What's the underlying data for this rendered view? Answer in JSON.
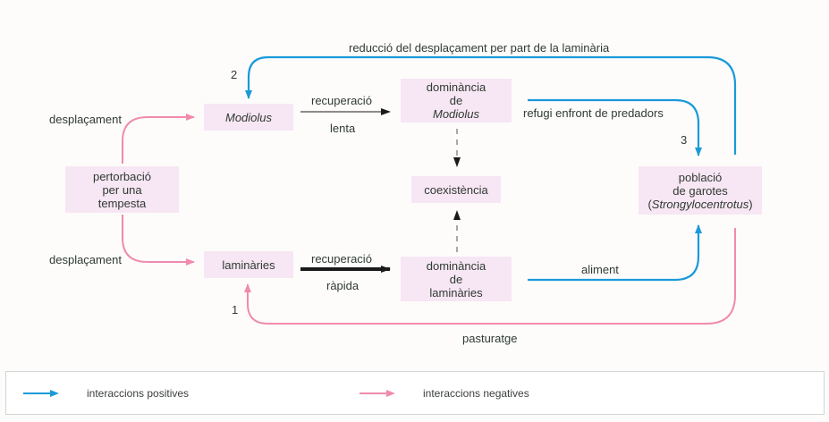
{
  "colors": {
    "positive": "#1a9ad9",
    "negative": "#f08bae",
    "neutral": "#1a1a1a",
    "box_fill": "#f7e6f3"
  },
  "nodes": {
    "modiolus": "Modiolus",
    "dominance_modiolus": {
      "line1": "dominància",
      "line2": "de",
      "line3": "Modiolus"
    },
    "coexistence": "coexistència",
    "laminaries": "laminàries",
    "dominance_laminaries": {
      "line1": "dominància",
      "line2": "de",
      "line3": "laminàries"
    },
    "disturbance": {
      "line1": "pertorbació",
      "line2": "per una",
      "line3": "tempesta"
    },
    "urchins": {
      "line1": "població",
      "line2": "de garotes",
      "line3_pre": "(",
      "line3_italic": "Strongylocentrotus",
      "line3_post": ")"
    }
  },
  "edges": {
    "displacement_top": "desplaçament",
    "displacement_bottom": "desplaçament",
    "slow_recovery_top": "recuperació",
    "slow_recovery_bottom": "lenta",
    "fast_recovery_top": "recuperació",
    "fast_recovery_bottom": "ràpida",
    "reduction": "reducció del desplaçament per part de la laminària",
    "refuge": "refugi enfront de predadors",
    "food": "aliment",
    "grazing": "pasturatge"
  },
  "numbers": {
    "n1": "1",
    "n2": "2",
    "n3": "3"
  },
  "legend": {
    "positive": "interaccions positives",
    "negative": "interaccions negatives"
  }
}
